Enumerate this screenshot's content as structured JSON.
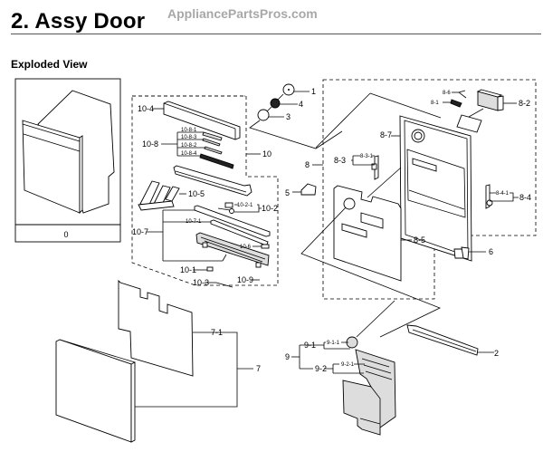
{
  "header": {
    "title": "2.  Assy Door",
    "watermark": "AppliancePartsPros.com",
    "subtitle": "Exploded View"
  },
  "overview_box": {
    "label": "0"
  },
  "callouts": {
    "c1": "1",
    "c2": "2",
    "c3": "3",
    "c4": "4",
    "c5": "5",
    "c6": "6",
    "c7": "7",
    "c7_1": "7-1",
    "c8": "8",
    "c8_1": "8-1",
    "c8_2": "8-2",
    "c8_3": "8-3",
    "c8_3_1": "8-3-1",
    "c8_4": "8-4",
    "c8_4_1": "8-4-1",
    "c8_5": "8-5",
    "c8_6": "8-6",
    "c8_7": "8-7",
    "c9": "9",
    "c9_1": "9-1",
    "c9_1_1": "9-1-1",
    "c9_2": "9-2",
    "c9_2_1": "9-2-1",
    "c10": "10",
    "c10_1": "10-1",
    "c10_2": "10-2",
    "c10_2_1": "10-2-1",
    "c10_3": "10-3",
    "c10_4": "10-4",
    "c10_5": "10-5",
    "c10_6": "10-6",
    "c10_7": "10-7",
    "c10_7_1": "10-7-1",
    "c10_8": "10-8",
    "c10_8_1": "10-8-1",
    "c10_8_2": "10-8-2",
    "c10_8_3": "10-8-3",
    "c10_8_4": "10-8-4",
    "c10_9": "10-9"
  }
}
